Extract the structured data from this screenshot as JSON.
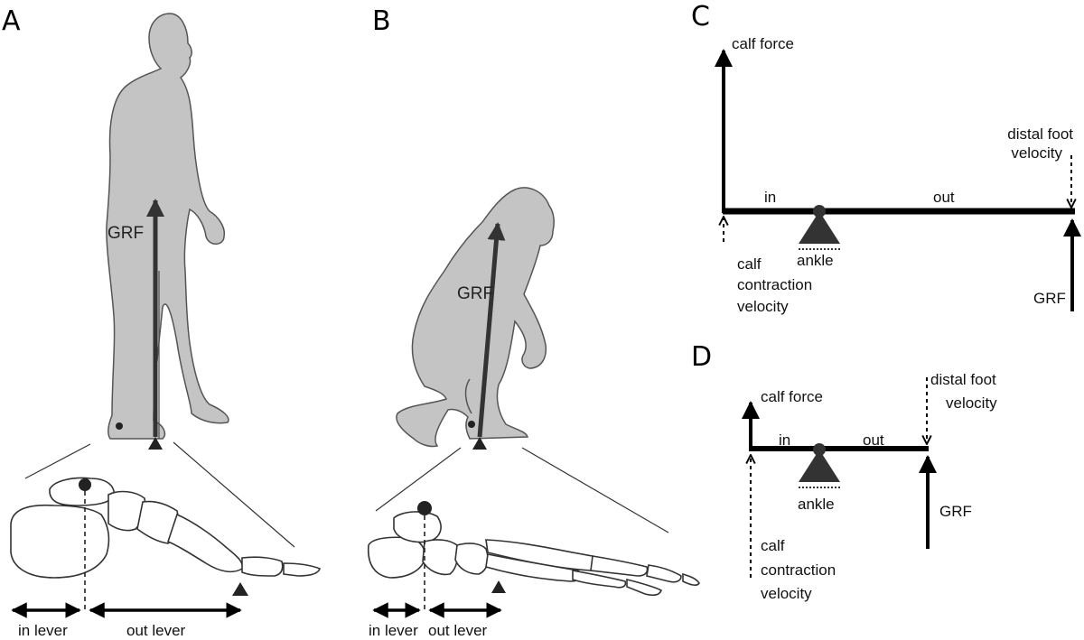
{
  "panels": {
    "a": {
      "letter": "A",
      "grf_label": "GRF",
      "in_lever": "in lever",
      "out_lever": "out lever"
    },
    "b": {
      "letter": "B",
      "grf_label": "GRF",
      "in_lever": "in lever",
      "out_lever": "out lever"
    },
    "c": {
      "letter": "C",
      "calf_force": "calf force",
      "distal_foot_velocity_1": "distal foot",
      "distal_foot_velocity_2": "velocity",
      "in": "in",
      "out": "out",
      "calf_contraction_1": "calf",
      "calf_contraction_2": "contraction",
      "calf_contraction_3": "velocity",
      "ankle": "ankle",
      "grf": "GRF"
    },
    "d": {
      "letter": "D",
      "calf_force": "calf force",
      "distal_foot_velocity_1": "distal foot",
      "distal_foot_velocity_2": "velocity",
      "in": "in",
      "out": "out",
      "ankle": "ankle",
      "grf": "GRF",
      "calf_contraction_1": "calf",
      "calf_contraction_2": "contraction",
      "calf_contraction_3": "velocity"
    }
  }
}
